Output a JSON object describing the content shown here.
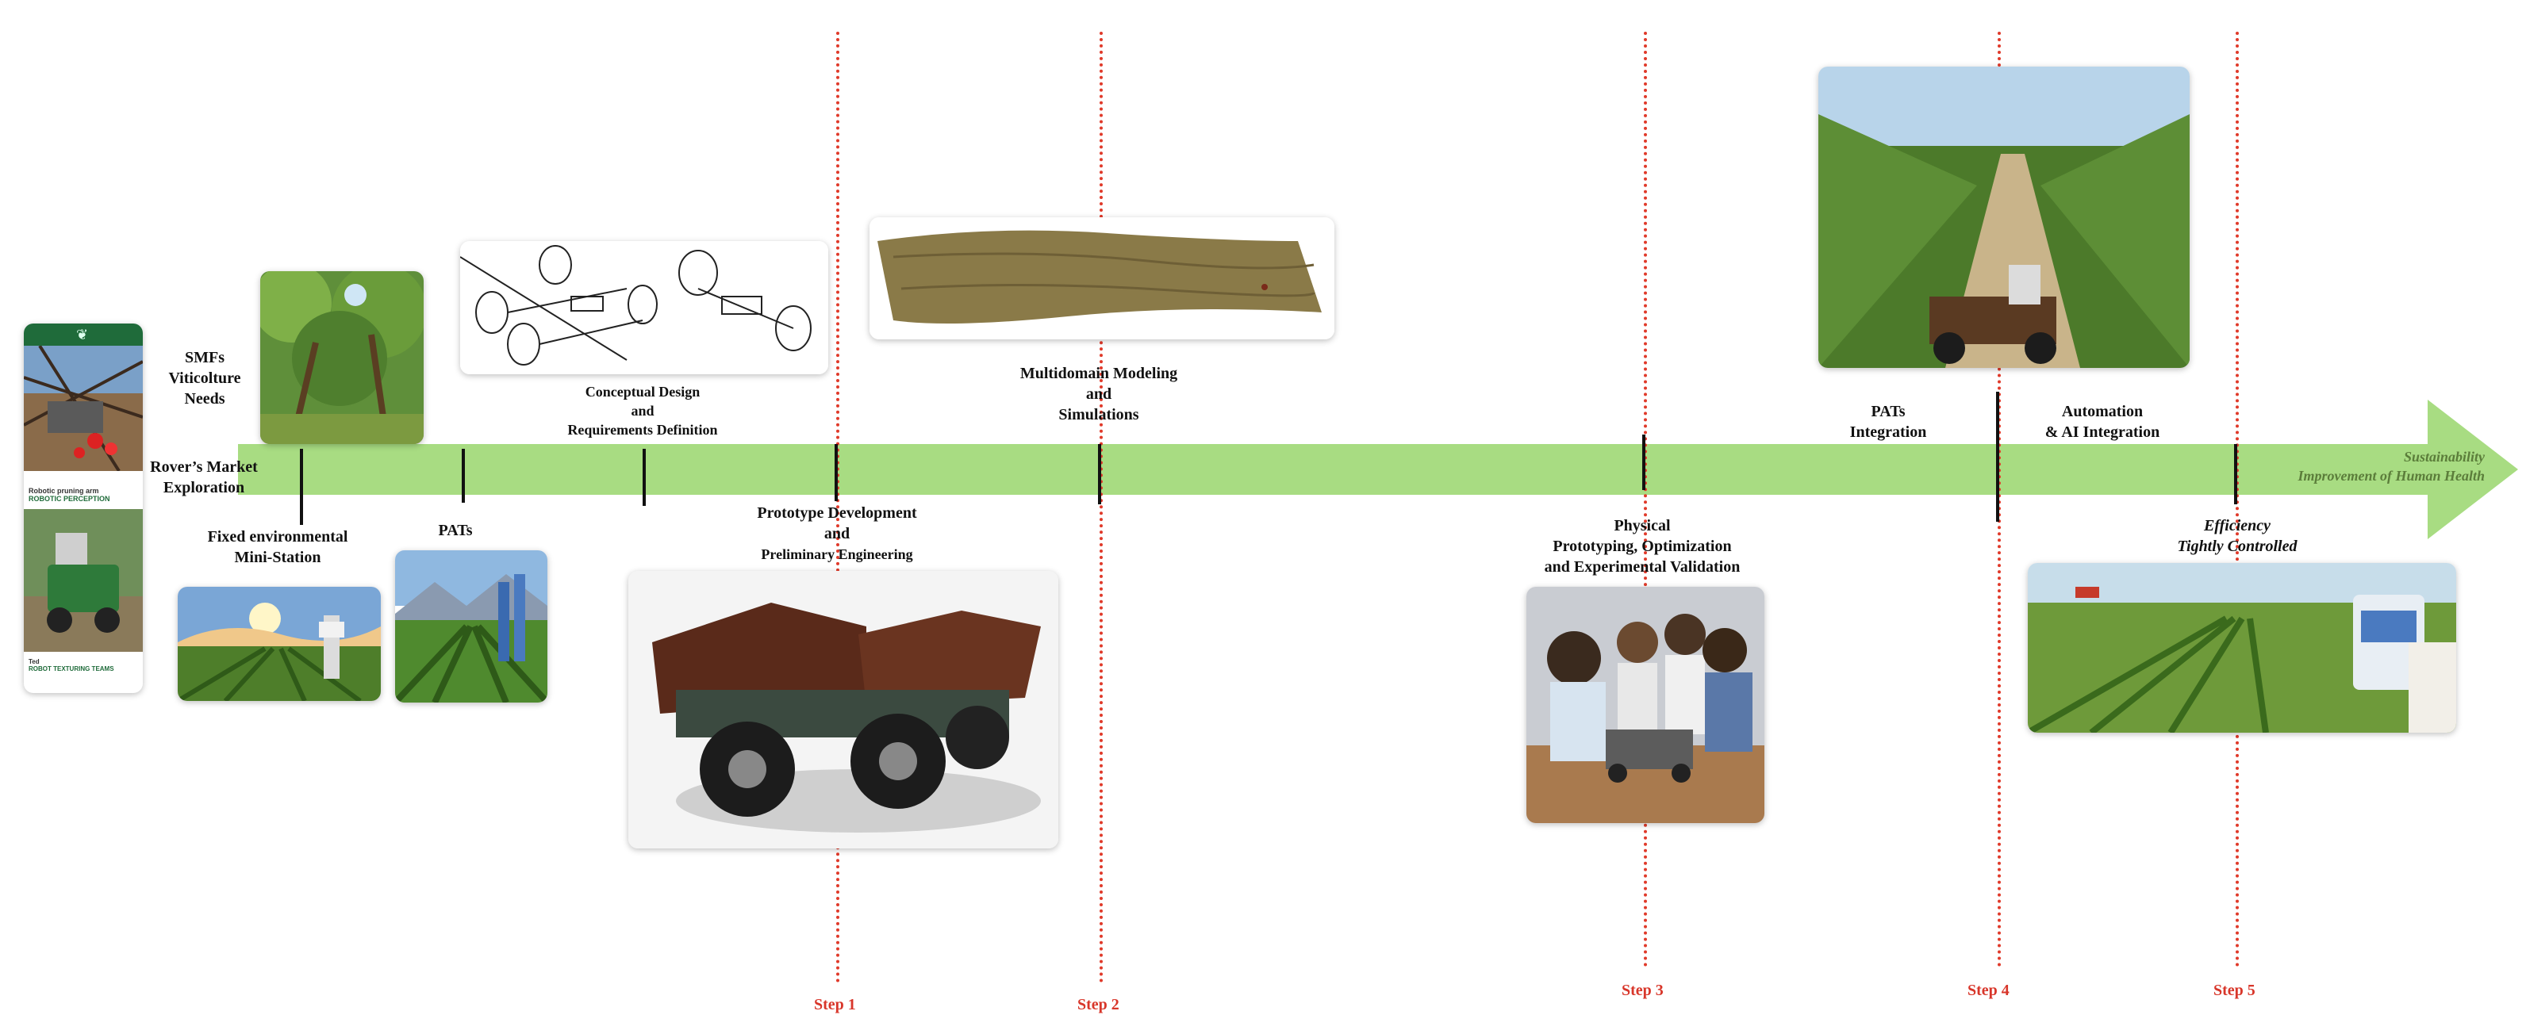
{
  "milestones": {
    "smf": [
      "SMFs",
      "Viticolture",
      "Needs"
    ],
    "rover": [
      "Rover’s Market",
      "Exploration"
    ],
    "fixed": [
      "Fixed environmental",
      "Mini-Station"
    ],
    "pats1": [
      "PATs"
    ],
    "conceptual": [
      "Conceptual Design",
      "and",
      "Requirements Definition"
    ],
    "prototype": [
      "Prototype Development",
      "and",
      "Preliminary Engineering"
    ],
    "multidomain": [
      "Multidomain Modeling",
      "and",
      "Simulations"
    ],
    "physical": [
      "Physical",
      "Prototyping, Optimization",
      "and Experimental Validation"
    ],
    "pats2": [
      "PATs",
      "Integration"
    ],
    "automation": [
      "Automation",
      "& AI Integration"
    ],
    "efficiency": [
      "Efficiency",
      "Tightly Controlled"
    ]
  },
  "arrow_text": [
    "Sustainability",
    "Improvement of Human Health"
  ],
  "steps": [
    "Step 1",
    "Step 2",
    "Step 3",
    "Step 4",
    "Step 5"
  ],
  "brochure": {
    "title1": "Robotic pruning arm",
    "title2": "ROBOTIC PERCEPTION",
    "footer1": "Ted",
    "footer2": "ROBOT TEXTURING TEAMS"
  },
  "colors": {
    "arrow": "#a8dc82",
    "step": "#d8362a",
    "brand_green": "#1f6b3a"
  }
}
